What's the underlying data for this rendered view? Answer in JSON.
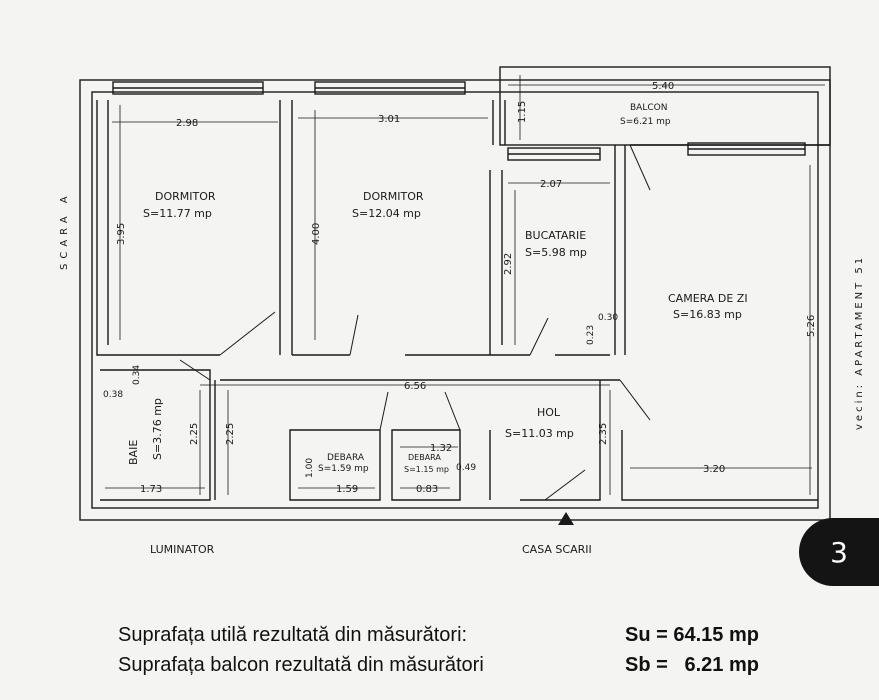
{
  "rooms": {
    "dormitor1": {
      "name": "DORMITOR",
      "area": "S=11.77 mp"
    },
    "dormitor2": {
      "name": "DORMITOR",
      "area": "S=12.04 mp"
    },
    "bucatarie": {
      "name": "BUCATARIE",
      "area": "S=5.98 mp"
    },
    "camera": {
      "name": "CAMERA DE ZI",
      "area": "S=16.83 mp"
    },
    "balcon": {
      "name": "BALCON",
      "area": "S=6.21 mp"
    },
    "baie": {
      "name": "BAIE",
      "area": "S=3.76 mp"
    },
    "debara1": {
      "name": "DEBARA",
      "area": "S=1.59 mp"
    },
    "debara2": {
      "name": "DEBARA",
      "area": "S=1.15 mp"
    },
    "hol": {
      "name": "HOL",
      "area": "S=11.03 mp"
    }
  },
  "dims": {
    "d298": "2.98",
    "d301": "3.01",
    "d540": "5.40",
    "d115": "1.15",
    "d207": "2.07",
    "d395": "3.95",
    "d400": "4.00",
    "d292": "2.92",
    "d526": "5.26",
    "d656": "6.56",
    "d225a": "2.25",
    "d225b": "2.25",
    "d235": "2.35",
    "d173": "1.73",
    "d159": "1.59",
    "d100": "1.00",
    "d132": "1.32",
    "d083": "0.83",
    "d049": "0.49",
    "d320": "3.20",
    "d034": "0.34",
    "d038": "0.38",
    "d023": "0.23",
    "d030": "0.30"
  },
  "labels": {
    "scara": "SCARA A",
    "vecin": "vecin: APARTAMENT 51",
    "luminator": "LUMINATOR",
    "casa_scarii": "CASA SCARII"
  },
  "badge": "3",
  "summary": {
    "su_text": "Suprafața utilă rezultată din măsurători:",
    "su_value": "Su = 64.15 mp",
    "sb_text": "Suprafața balcon rezultată din măsurători",
    "sb_value": "Sb =   6.21 mp"
  }
}
